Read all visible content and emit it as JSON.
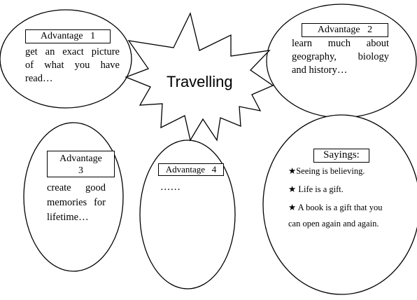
{
  "center": {
    "title": "Travelling"
  },
  "bubbles": {
    "adv1": {
      "title": "Advantage   1",
      "lines": [
        "get an exact picture",
        "of what you have",
        "read…"
      ]
    },
    "adv2": {
      "title": "Advantage   2",
      "lines": [
        "learn  much  about",
        "geography,   biology",
        "and history…"
      ]
    },
    "adv3": {
      "title_line1": "Advantage",
      "title_line2": "3",
      "lines": [
        "create    good",
        "memories   for",
        "lifetime…"
      ]
    },
    "adv4": {
      "title": "Advantage   4",
      "lines": [
        "……"
      ]
    },
    "sayings": {
      "title": "Sayings:",
      "items": [
        "★Seeing is believing.",
        "★ Life is a gift.",
        "★ A book is a gift that you",
        "can open again and again."
      ]
    }
  }
}
